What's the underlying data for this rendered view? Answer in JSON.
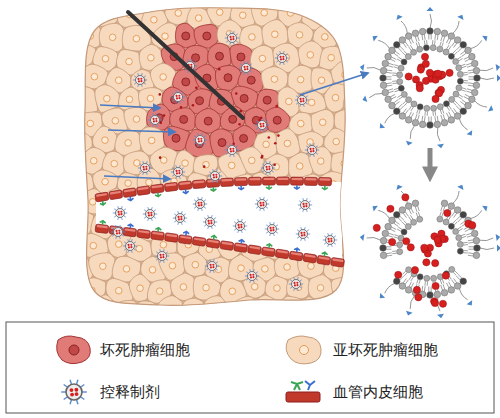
{
  "diagram": {
    "legend": [
      {
        "text": "坏死肿瘤细胞"
      },
      {
        "text": "亚坏死肿瘤细胞"
      },
      {
        "text": "控释制剂"
      },
      {
        "text": "血管内皮细胞"
      }
    ]
  }
}
